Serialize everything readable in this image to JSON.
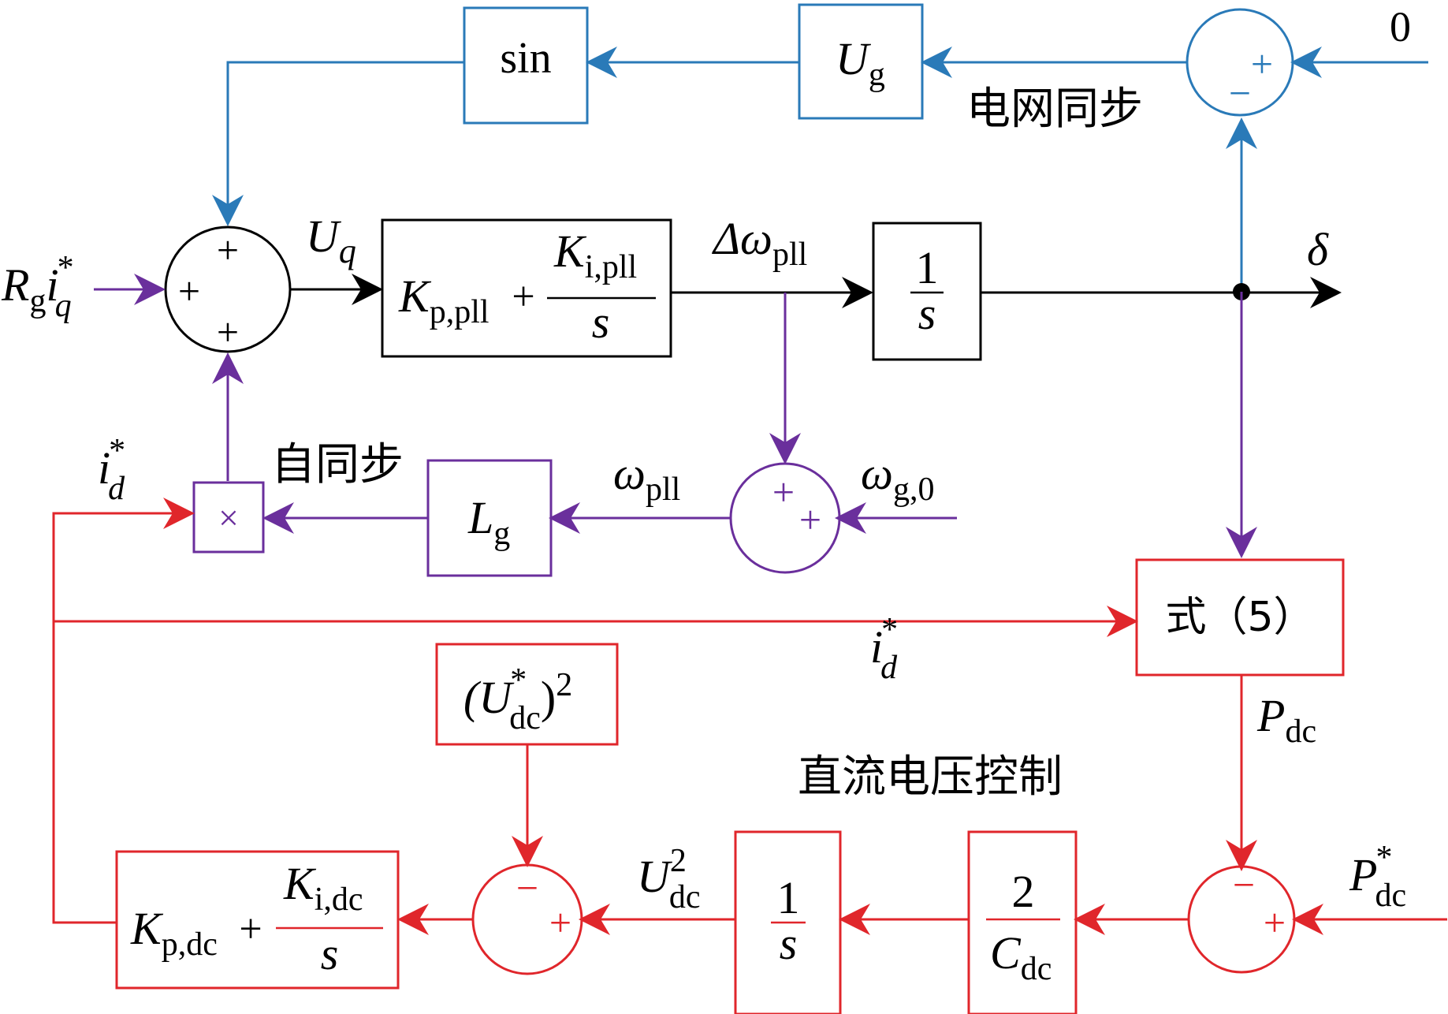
{
  "colors": {
    "blue": "#2a7ab8",
    "black": "#000000",
    "purple": "#6a2f9c",
    "red": "#e0262b"
  },
  "labels": {
    "grid_sync": "电网同步",
    "self_sync": "自同步",
    "dc_voltage_control": "直流电压控制",
    "zero": "0",
    "sin": "sin",
    "ug_main": "U",
    "ug_sub": "g",
    "uq_main": "U",
    "uq_sub": "q",
    "rg_main": "R",
    "rg_sub": "g",
    "iq_main": "i",
    "iq_sub": "q",
    "star": "*",
    "kp_pll_main": "K",
    "kp_pll_sub": "p,pll",
    "ki_pll_main": "K",
    "ki_pll_sub": "i,pll",
    "s": "s",
    "one": "1",
    "plus": "+",
    "minus": "−",
    "times": "×",
    "delta_omega": "Δω",
    "pll_sub": "pll",
    "delta": "δ",
    "omega": "ω",
    "omega_g0_sub": "g,0",
    "lg_main": "L",
    "lg_sub": "g",
    "id_main": "i",
    "id_sub": "d",
    "eq5": "式（5）",
    "pdc_main": "P",
    "dc_sub": "dc",
    "udc_ref_open": "(U",
    "udc_ref_close": ")",
    "two": "2",
    "udc2_main": "U",
    "cdc_main": "C",
    "kp_dc_main": "K",
    "kp_dc_sub": "p,dc",
    "ki_dc_main": "K",
    "ki_dc_sub": "i,dc"
  }
}
